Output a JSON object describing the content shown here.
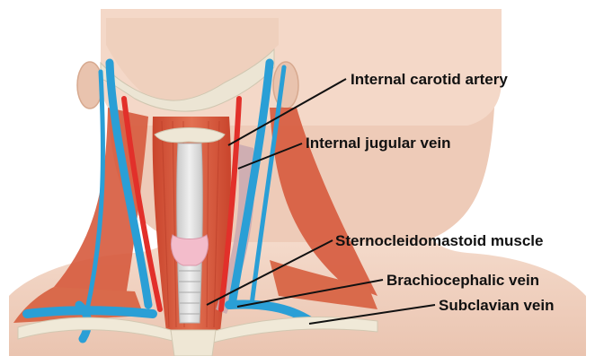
{
  "labels": {
    "internal_carotid_artery": "Internal carotid artery",
    "internal_jugular_vein": "Internal jugular vein",
    "sternocleidomastoid_muscle": "Sternocleidomastoid muscle",
    "brachiocephalic_vein": "Brachiocephalic vein",
    "subclavian_vein": "Subclavian vein"
  },
  "colors": {
    "skin": "#f2d3c2",
    "muscle": "#d9583a",
    "artery": "#e2302a",
    "vein": "#2a9fd6",
    "bone": "#eee7d6",
    "trachea": "#dcdcdc",
    "thyroid": "#f5c3cf",
    "leader_line": "#111111"
  }
}
